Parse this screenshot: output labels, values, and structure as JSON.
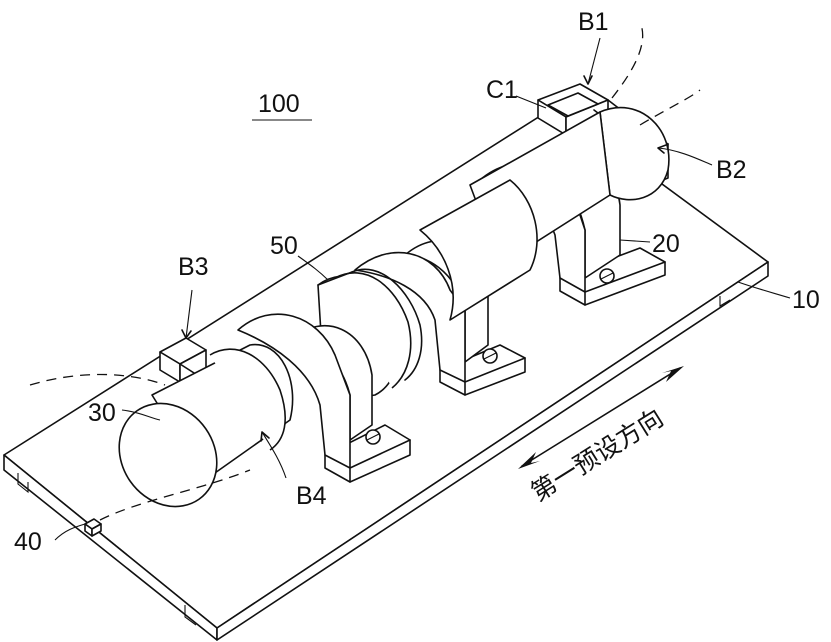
{
  "labels": {
    "assembly": "100",
    "b1": "B1",
    "c1": "C1",
    "b2": "B2",
    "b3": "B3",
    "b4": "B4",
    "part_20": "20",
    "part_50": "50",
    "part_10": "10",
    "part_30": "30",
    "part_40": "40"
  },
  "direction_text": "第一预设方向"
}
